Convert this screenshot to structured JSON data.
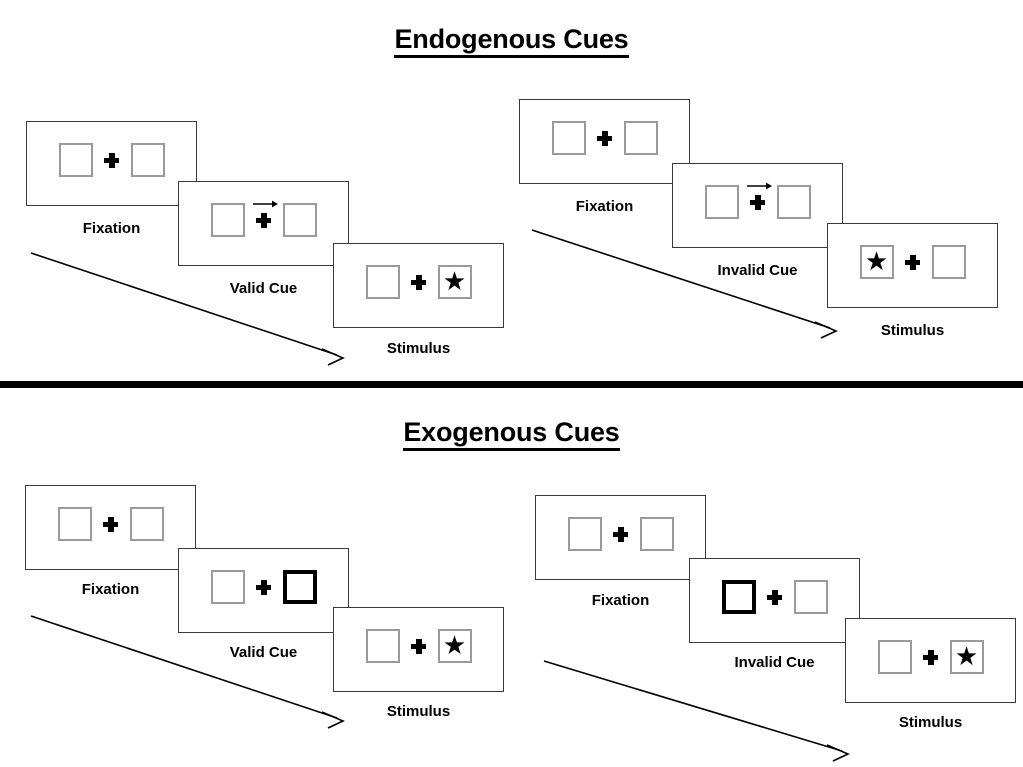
{
  "sections": [
    {
      "id": "endogenous",
      "title": "Endogenous Cues",
      "groups": [
        {
          "id": "endogenous-valid",
          "cue_type": "arrow",
          "panels": [
            {
              "caption": "Fixation",
              "left_box": "empty",
              "right_box": "empty",
              "cue": "none"
            },
            {
              "caption": "Valid Cue",
              "left_box": "empty",
              "right_box": "empty",
              "cue": "arrow-right"
            },
            {
              "caption": "Stimulus",
              "left_box": "empty",
              "right_box": "star",
              "cue": "none"
            }
          ]
        },
        {
          "id": "endogenous-invalid",
          "cue_type": "arrow",
          "panels": [
            {
              "caption": "Fixation",
              "left_box": "empty",
              "right_box": "empty",
              "cue": "none"
            },
            {
              "caption": "Invalid Cue",
              "left_box": "empty",
              "right_box": "empty",
              "cue": "arrow-right"
            },
            {
              "caption": "Stimulus",
              "left_box": "star",
              "right_box": "empty",
              "cue": "none"
            }
          ]
        }
      ]
    },
    {
      "id": "exogenous",
      "title": "Exogenous Cues",
      "groups": [
        {
          "id": "exogenous-valid",
          "cue_type": "box-flash",
          "panels": [
            {
              "caption": "Fixation",
              "left_box": "empty",
              "right_box": "empty",
              "cue": "none"
            },
            {
              "caption": "Valid Cue",
              "left_box": "empty",
              "right_box": "cued",
              "cue": "none"
            },
            {
              "caption": "Stimulus",
              "left_box": "empty",
              "right_box": "star",
              "cue": "none"
            }
          ]
        },
        {
          "id": "exogenous-invalid",
          "cue_type": "box-flash",
          "panels": [
            {
              "caption": "Fixation",
              "left_box": "empty",
              "right_box": "empty",
              "cue": "none"
            },
            {
              "caption": "Invalid Cue",
              "left_box": "cued",
              "right_box": "empty",
              "cue": "none"
            },
            {
              "caption": "Stimulus",
              "left_box": "empty",
              "right_box": "star",
              "cue": "none"
            }
          ]
        }
      ]
    }
  ],
  "icons": {
    "star": "★",
    "fixation_cross": "fixation-cross-icon",
    "arrow_cue": "arrow-right-icon",
    "sequence_arrow": "time-sequence-arrow-icon"
  },
  "colors": {
    "ink": "#000000",
    "panel_border": "#3a3a3a",
    "box_border": "#9a9a9a",
    "cued_box_border": "#000000",
    "background": "#ffffff"
  }
}
